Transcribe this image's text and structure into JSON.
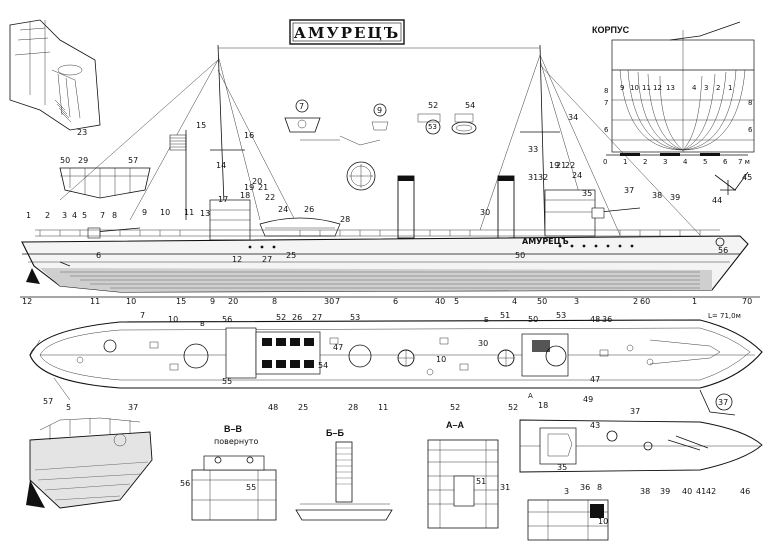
{
  "title": "АМУРЕЦЪ",
  "hull_name": "АМУРЕЦЪ",
  "sections": {
    "hull": "КОРПУС",
    "bb": "В–В",
    "bb_note": "повернуто",
    "b6": "Б–Б",
    "aa": "А–А"
  },
  "scale_bar": [
    "0",
    "1",
    "2",
    "3",
    "4",
    "5",
    "6",
    "7 м"
  ],
  "length_note": "L= 71,0м",
  "frames_top": [
    "12",
    "11",
    "10",
    "15",
    "9",
    "20",
    "8",
    "30",
    "7",
    "6",
    "40",
    "5",
    "4",
    "50",
    "3",
    "2",
    "60",
    "1",
    "70"
  ],
  "side_labels": [
    {
      "id": "s1",
      "t": "1"
    },
    {
      "id": "s2",
      "t": "2"
    },
    {
      "id": "s3",
      "t": "3"
    },
    {
      "id": "s4",
      "t": "4"
    },
    {
      "id": "s5",
      "t": "5"
    },
    {
      "id": "s6",
      "t": "6"
    },
    {
      "id": "s7",
      "t": "7"
    },
    {
      "id": "s8",
      "t": "8"
    },
    {
      "id": "s9",
      "t": "9"
    },
    {
      "id": "s10",
      "t": "10"
    },
    {
      "id": "s11",
      "t": "11"
    },
    {
      "id": "s13",
      "t": "13"
    },
    {
      "id": "s14",
      "t": "14"
    },
    {
      "id": "s15",
      "t": "15"
    },
    {
      "id": "s16",
      "t": "16"
    },
    {
      "id": "s17",
      "t": "17"
    },
    {
      "id": "s18",
      "t": "18"
    },
    {
      "id": "s19",
      "t": "19"
    },
    {
      "id": "s20",
      "t": "20"
    },
    {
      "id": "s21",
      "t": "21"
    },
    {
      "id": "s22",
      "t": "22"
    },
    {
      "id": "s24",
      "t": "24"
    },
    {
      "id": "s25",
      "t": "25"
    },
    {
      "id": "s26",
      "t": "26"
    },
    {
      "id": "s27",
      "t": "27"
    },
    {
      "id": "s28",
      "t": "28"
    },
    {
      "id": "s30",
      "t": "30"
    },
    {
      "id": "s31",
      "t": "31"
    },
    {
      "id": "s32",
      "t": "32"
    },
    {
      "id": "s33",
      "t": "33"
    },
    {
      "id": "s34",
      "t": "34"
    },
    {
      "id": "s35",
      "t": "35"
    },
    {
      "id": "s37",
      "t": "37"
    },
    {
      "id": "s38",
      "t": "38"
    },
    {
      "id": "s39",
      "t": "39"
    },
    {
      "id": "s44",
      "t": "44"
    },
    {
      "id": "s45",
      "t": "45"
    },
    {
      "id": "s50",
      "t": "50"
    },
    {
      "id": "s56",
      "t": "56"
    },
    {
      "id": "s57",
      "t": "57"
    },
    {
      "id": "s29",
      "t": "29"
    },
    {
      "id": "s23",
      "t": "23"
    },
    {
      "id": "s12",
      "t": "12"
    }
  ],
  "plan_labels": [
    "7",
    "10",
    "56",
    "52",
    "26",
    "27",
    "53",
    "51",
    "50",
    "53",
    "48",
    "36",
    "30",
    "47",
    "10",
    "54",
    "55",
    "57",
    "5",
    "37",
    "25",
    "28",
    "11",
    "52",
    "52",
    "49",
    "47",
    "48",
    "18",
    "В",
    "Б",
    "А"
  ],
  "detail_labels": [
    "7",
    "9",
    "52",
    "54",
    "37",
    "43",
    "35",
    "36",
    "8",
    "38",
    "39",
    "40",
    "41",
    "42",
    "46",
    "37",
    "3",
    "10",
    "31",
    "51",
    "56",
    "55"
  ]
}
